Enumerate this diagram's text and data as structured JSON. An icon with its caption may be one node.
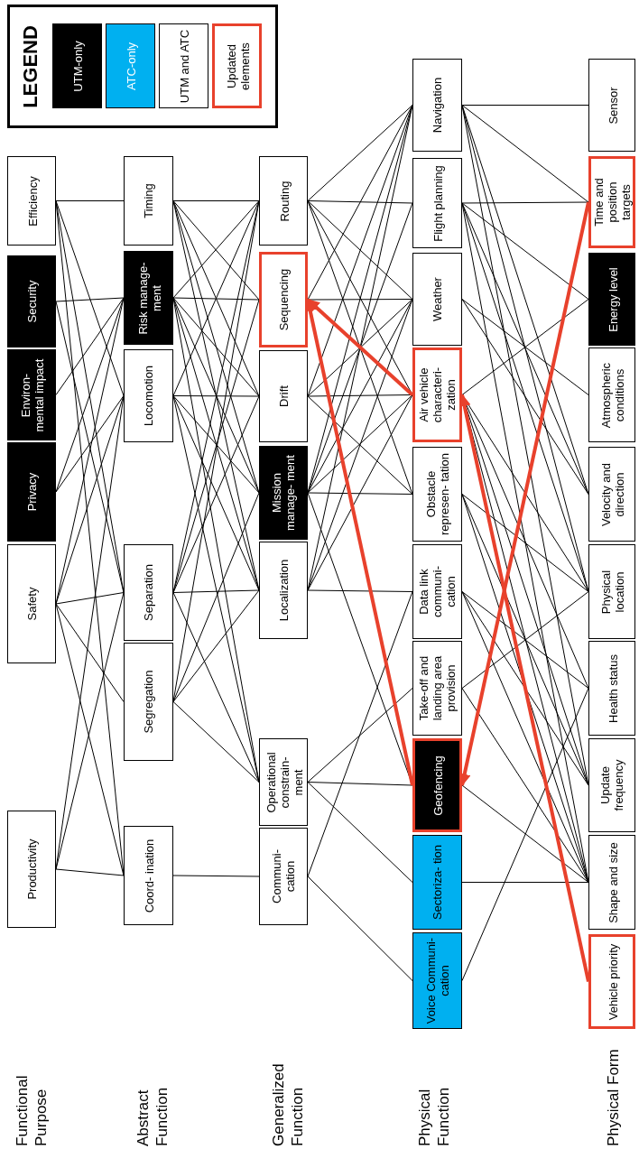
{
  "diagram": {
    "nodes": [
      {
        "text": [
          "Productivity"
        ]
      },
      {
        "text": [
          "Safety"
        ]
      },
      {
        "text": [
          "Privacy"
        ]
      },
      {
        "text": [
          "Environ- mental impact"
        ]
      },
      {
        "text": [
          "Security"
        ]
      },
      {
        "text": [
          "Efficiency"
        ]
      },
      {
        "text": [
          "Coord- ination"
        ]
      },
      {
        "text": [
          "Segregation"
        ]
      },
      {
        "text": [
          "Separation"
        ]
      },
      {
        "text": [
          "Locomotion"
        ]
      },
      {
        "text": [
          "Risk manage- ment"
        ]
      },
      {
        "text": [
          "Timing"
        ]
      },
      {
        "text": [
          "Communi- cation"
        ]
      },
      {
        "text": [
          "Operational constrain- ment"
        ]
      },
      {
        "text": [
          "Localization"
        ]
      },
      {
        "text": [
          "Mission manage- ment"
        ]
      },
      {
        "text": [
          "Drift"
        ]
      },
      {
        "text": [
          "Sequencing"
        ]
      },
      {
        "text": [
          "Routing"
        ]
      },
      {
        "text": [
          "Voice Communi- cation"
        ]
      },
      {
        "text": [
          "Sectoriza- tion"
        ]
      },
      {
        "text": [
          "Geofencing"
        ]
      },
      {
        "text": [
          "Take-off and landing area provision"
        ]
      },
      {
        "text": [
          "Data link communi- cation"
        ]
      },
      {
        "text": [
          "Obstacle represen- tation"
        ]
      },
      {
        "text": [
          "Air vehicle characteri- zation"
        ]
      },
      {
        "text": [
          "Weather"
        ]
      },
      {
        "text": [
          "Flight planning"
        ]
      },
      {
        "text": [
          "Navigation"
        ]
      },
      {
        "text": [
          "Vehicle priority"
        ]
      },
      {
        "text": [
          "Shape and size"
        ]
      },
      {
        "text": [
          "Update frequency"
        ]
      },
      {
        "text": [
          "Health status"
        ]
      },
      {
        "text": [
          "Physical location"
        ]
      },
      {
        "text": [
          "Velocity and direction"
        ]
      },
      {
        "text": [
          "Atmospheric conditions"
        ]
      },
      {
        "text": [
          "Energy level"
        ]
      },
      {
        "text": [
          "Time and position targets"
        ]
      },
      {
        "text": [
          "Sensor"
        ]
      }
    ],
    "edges": [
      {
        "from": 5,
        "to": 11,
        "arrow": "none"
      },
      {
        "from": 5,
        "to": 9,
        "arrow": "none"
      },
      {
        "from": 5,
        "to": 8,
        "arrow": "none"
      },
      {
        "from": 5,
        "to": 6,
        "arrow": "none"
      },
      {
        "from": 4,
        "to": 10,
        "arrow": "none"
      },
      {
        "from": 4,
        "to": 8,
        "arrow": "none"
      },
      {
        "from": 3,
        "to": 10,
        "arrow": "none"
      },
      {
        "from": 2,
        "to": 10,
        "arrow": "none"
      },
      {
        "from": 2,
        "to": 9,
        "arrow": "none"
      },
      {
        "from": 1,
        "to": 10,
        "arrow": "none"
      },
      {
        "from": 1,
        "to": 9,
        "arrow": "none"
      },
      {
        "from": 1,
        "to": 8,
        "arrow": "none"
      },
      {
        "from": 1,
        "to": 7,
        "arrow": "none"
      },
      {
        "from": 1,
        "to": 6,
        "arrow": "none"
      },
      {
        "from": 0,
        "to": 8,
        "arrow": "none"
      },
      {
        "from": 0,
        "to": 9,
        "arrow": "none"
      },
      {
        "from": 0,
        "to": 6,
        "arrow": "none"
      },
      {
        "from": 11,
        "to": 18,
        "arrow": "none"
      },
      {
        "from": 11,
        "to": 17,
        "arrow": "none"
      },
      {
        "from": 11,
        "to": 16,
        "arrow": "none"
      },
      {
        "from": 11,
        "to": 15,
        "arrow": "none"
      },
      {
        "from": 11,
        "to": 14,
        "arrow": "none"
      },
      {
        "from": 10,
        "to": 18,
        "arrow": "none"
      },
      {
        "from": 10,
        "to": 17,
        "arrow": "none"
      },
      {
        "from": 10,
        "to": 16,
        "arrow": "none"
      },
      {
        "from": 10,
        "to": 15,
        "arrow": "none"
      },
      {
        "from": 10,
        "to": 14,
        "arrow": "none"
      },
      {
        "from": 10,
        "to": 13,
        "arrow": "none"
      },
      {
        "from": 9,
        "to": 18,
        "arrow": "none"
      },
      {
        "from": 9,
        "to": 16,
        "arrow": "none"
      },
      {
        "from": 9,
        "to": 15,
        "arrow": "none"
      },
      {
        "from": 9,
        "to": 14,
        "arrow": "none"
      },
      {
        "from": 9,
        "to": 13,
        "arrow": "none"
      },
      {
        "from": 8,
        "to": 18,
        "arrow": "none"
      },
      {
        "from": 8,
        "to": 17,
        "arrow": "none"
      },
      {
        "from": 8,
        "to": 16,
        "arrow": "none"
      },
      {
        "from": 8,
        "to": 14,
        "arrow": "none"
      },
      {
        "from": 8,
        "to": 13,
        "arrow": "none"
      },
      {
        "from": 7,
        "to": 18,
        "arrow": "none"
      },
      {
        "from": 7,
        "to": 15,
        "arrow": "none"
      },
      {
        "from": 7,
        "to": 14,
        "arrow": "none"
      },
      {
        "from": 7,
        "to": 13,
        "arrow": "none"
      },
      {
        "from": 6,
        "to": 12,
        "arrow": "none"
      },
      {
        "from": 18,
        "to": 28,
        "arrow": "none"
      },
      {
        "from": 18,
        "to": 27,
        "arrow": "none"
      },
      {
        "from": 18,
        "to": 26,
        "arrow": "none"
      },
      {
        "from": 18,
        "to": 25,
        "arrow": "none"
      },
      {
        "from": 18,
        "to": 24,
        "arrow": "none"
      },
      {
        "from": 17,
        "to": 28,
        "arrow": "none"
      },
      {
        "from": 17,
        "to": 26,
        "arrow": "none"
      },
      {
        "from": 16,
        "to": 28,
        "arrow": "none"
      },
      {
        "from": 16,
        "to": 26,
        "arrow": "none"
      },
      {
        "from": 16,
        "to": 25,
        "arrow": "none"
      },
      {
        "from": 16,
        "to": 24,
        "arrow": "none"
      },
      {
        "from": 15,
        "to": 28,
        "arrow": "none"
      },
      {
        "from": 15,
        "to": 27,
        "arrow": "none"
      },
      {
        "from": 15,
        "to": 26,
        "arrow": "none"
      },
      {
        "from": 15,
        "to": 25,
        "arrow": "none"
      },
      {
        "from": 15,
        "to": 24,
        "arrow": "none"
      },
      {
        "from": 15,
        "to": 21,
        "arrow": "none"
      },
      {
        "from": 14,
        "to": 28,
        "arrow": "none"
      },
      {
        "from": 14,
        "to": 26,
        "arrow": "none"
      },
      {
        "from": 14,
        "to": 25,
        "arrow": "none"
      },
      {
        "from": 14,
        "to": 23,
        "arrow": "none"
      },
      {
        "from": 13,
        "to": 22,
        "arrow": "none"
      },
      {
        "from": 13,
        "to": 21,
        "arrow": "none"
      },
      {
        "from": 13,
        "to": 20,
        "arrow": "none"
      },
      {
        "from": 12,
        "to": 23,
        "arrow": "none"
      },
      {
        "from": 12,
        "to": 19,
        "arrow": "none"
      },
      {
        "from": 28,
        "to": 38,
        "arrow": "none"
      },
      {
        "from": 28,
        "to": 37,
        "arrow": "none"
      },
      {
        "from": 28,
        "to": 34,
        "arrow": "none"
      },
      {
        "from": 28,
        "to": 33,
        "arrow": "none"
      },
      {
        "from": 28,
        "to": 31,
        "arrow": "none"
      },
      {
        "from": 27,
        "to": 37,
        "arrow": "none"
      },
      {
        "from": 27,
        "to": 36,
        "arrow": "none"
      },
      {
        "from": 27,
        "to": 34,
        "arrow": "none"
      },
      {
        "from": 27,
        "to": 33,
        "arrow": "none"
      },
      {
        "from": 27,
        "to": 30,
        "arrow": "none"
      },
      {
        "from": 26,
        "to": 35,
        "arrow": "none"
      },
      {
        "from": 26,
        "to": 34,
        "arrow": "none"
      },
      {
        "from": 25,
        "to": 36,
        "arrow": "none"
      },
      {
        "from": 25,
        "to": 33,
        "arrow": "none"
      },
      {
        "from": 25,
        "to": 32,
        "arrow": "none"
      },
      {
        "from": 25,
        "to": 31,
        "arrow": "none"
      },
      {
        "from": 25,
        "to": 30,
        "arrow": "none"
      },
      {
        "from": 24,
        "to": 33,
        "arrow": "none"
      },
      {
        "from": 24,
        "to": 31,
        "arrow": "none"
      },
      {
        "from": 24,
        "to": 30,
        "arrow": "none"
      },
      {
        "from": 23,
        "to": 32,
        "arrow": "none"
      },
      {
        "from": 23,
        "to": 31,
        "arrow": "none"
      },
      {
        "from": 23,
        "to": 30,
        "arrow": "none"
      },
      {
        "from": 22,
        "to": 33,
        "arrow": "none"
      },
      {
        "from": 22,
        "to": 30,
        "arrow": "none"
      },
      {
        "from": 21,
        "to": 30,
        "arrow": "none"
      },
      {
        "from": 20,
        "to": 30,
        "arrow": "none"
      },
      {
        "from": 19,
        "to": 32,
        "arrow": "none"
      },
      {
        "from": 25,
        "to": 17,
        "arrow": "to",
        "style": "thick",
        "color": "#e8412c"
      },
      {
        "from": 21,
        "to": 17,
        "arrow": "to",
        "style": "thick",
        "color": "#e8412c"
      },
      {
        "from": 37,
        "to": 21,
        "arrow": "to",
        "style": "thick",
        "color": "#e8412c"
      },
      {
        "from": 29,
        "to": 25,
        "arrow": "to",
        "style": "thick",
        "color": "#e8412c"
      }
    ],
    "labels": [
      "Functional Purpose",
      "Abstract Function",
      "Generalized Function",
      "Physical Function",
      "Physical Form",
      "LEGEND"
    ],
    "legend": [
      {
        "text": "UTM-only",
        "color": "#000000"
      },
      {
        "text": "ATC-only",
        "color": "#00b0f0"
      },
      {
        "text": "UTM and ATC",
        "color": "#ffffff"
      },
      {
        "text": "Updated elements"
      }
    ]
  }
}
